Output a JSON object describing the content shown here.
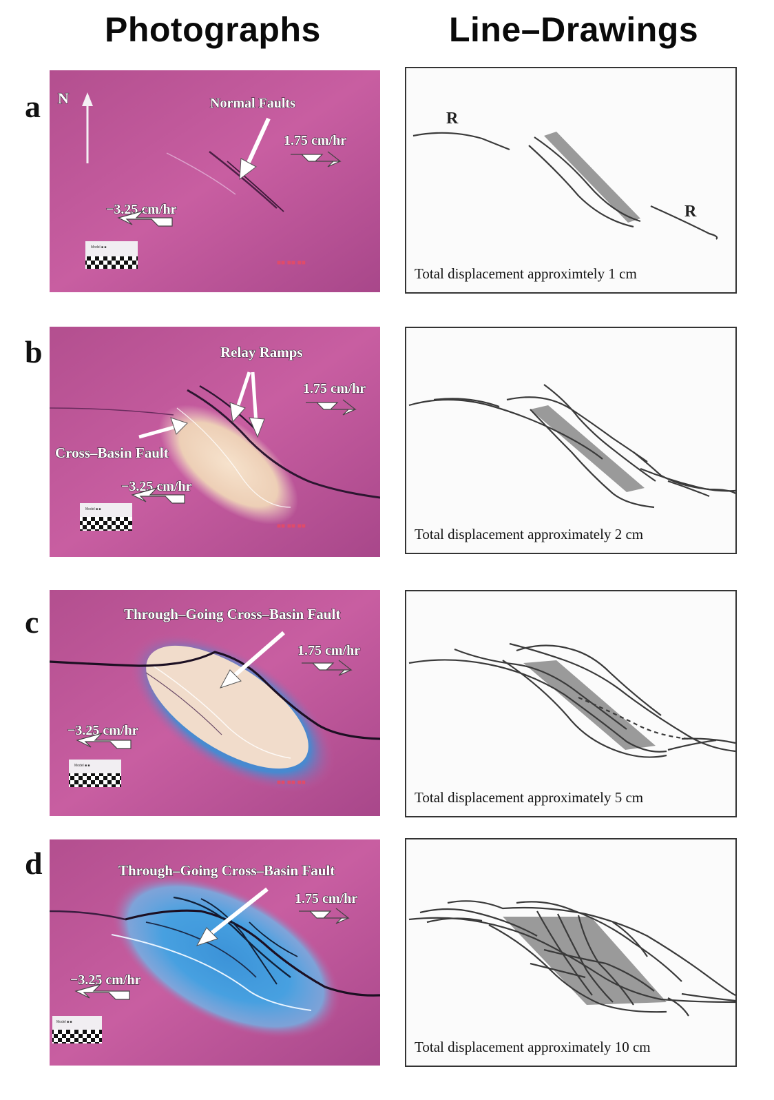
{
  "headers": {
    "photographs": "Photographs",
    "line_drawings": "Line–Drawings"
  },
  "panels": [
    {
      "letter": "a",
      "photo_label": "Normal Faults",
      "rate_right": "1.75 cm/hr",
      "rate_left": "−3.25 cm/hr",
      "north": "N",
      "r_left": "R",
      "r_right": "R",
      "caption": "Total displacement approximtely 1 cm"
    },
    {
      "letter": "b",
      "photo_label": "Relay Ramps",
      "photo_label_2": "Cross–Basin Fault",
      "rate_right": "1.75 cm/hr",
      "rate_left": "−3.25 cm/hr",
      "caption": "Total displacement approximately 2 cm"
    },
    {
      "letter": "c",
      "photo_label": "Through–Going Cross–Basin Fault",
      "rate_right": "1.75 cm/hr",
      "rate_left": "−3.25 cm/hr",
      "caption": "Total displacement approximately 5 cm"
    },
    {
      "letter": "d",
      "photo_label": "Through–Going Cross–Basin Fault",
      "rate_right": "1.75 cm/hr",
      "rate_left": "−3.25 cm/hr",
      "caption": "Total displacement approximately 10 cm"
    }
  ],
  "colors": {
    "clay_magenta": "#c0579a",
    "wax_light": "#f3dcc4",
    "blue_halo": "#3b8fd6",
    "stretch_gray": "#9a9a9a"
  }
}
